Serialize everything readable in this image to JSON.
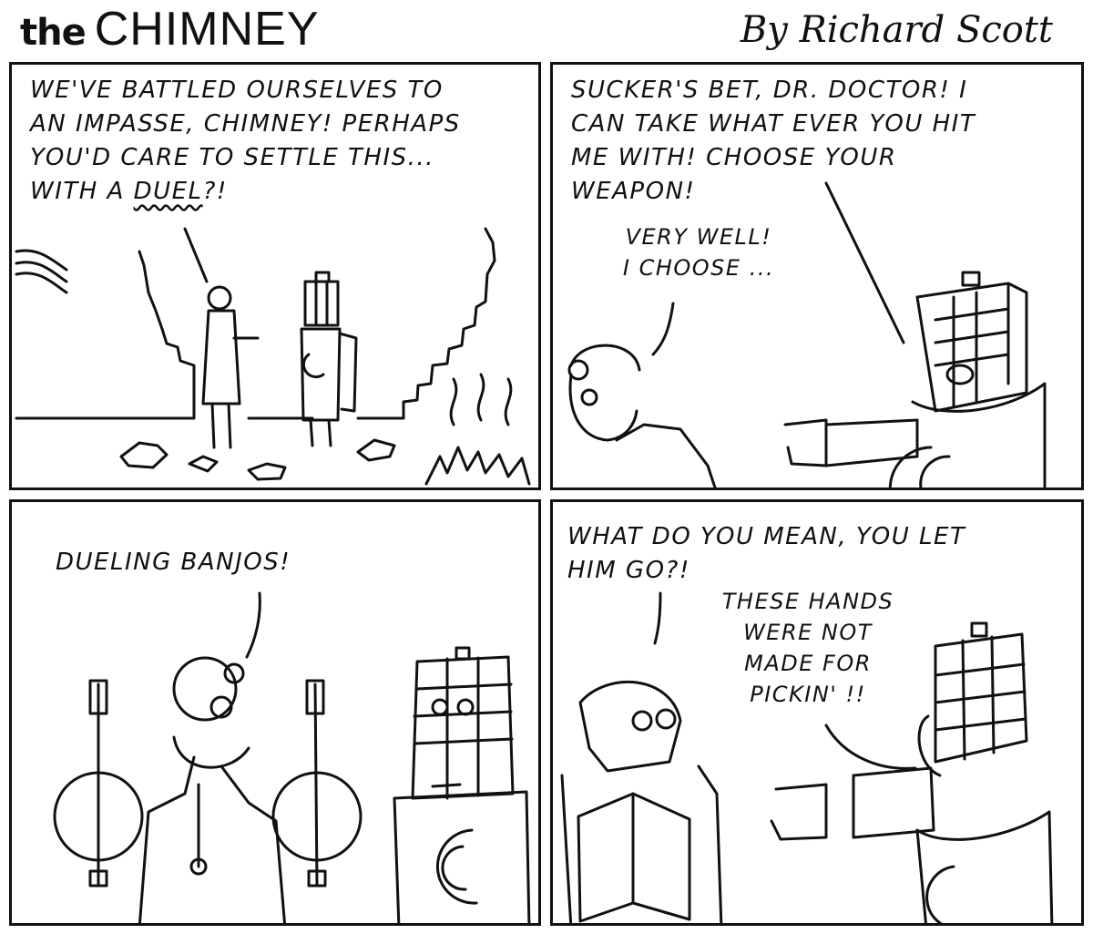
{
  "header": {
    "title_prefix": "the",
    "title_main": "CHIMNEY",
    "byline": "By Richard Scott"
  },
  "panels": [
    {
      "captions": [
        {
          "text": "WE'VE BATTLED OURSELVES TO\nAN IMPASSE, CHIMNEY! PERHAPS\nYOU'D CARE TO SETTLE THIS...\nWITH A "
        },
        {
          "text": "DUEL"
        },
        {
          "text": "?!"
        }
      ]
    },
    {
      "captions": [
        {
          "text": "SUCKER'S BET, DR. DOCTOR! I\nCAN TAKE WHAT EVER YOU HIT\nME WITH! CHOOSE YOUR\nWEAPON!"
        },
        {
          "text": "VERY WELL!\nI CHOOSE ..."
        }
      ]
    },
    {
      "captions": [
        {
          "text": "DUELING BANJOS!"
        }
      ]
    },
    {
      "captions": [
        {
          "text": "WHAT DO YOU MEAN, YOU LET\nHIM GO?!"
        },
        {
          "text": "THESE HANDS\nWERE NOT\nMADE FOR\nPICKIN' !!"
        }
      ]
    }
  ]
}
